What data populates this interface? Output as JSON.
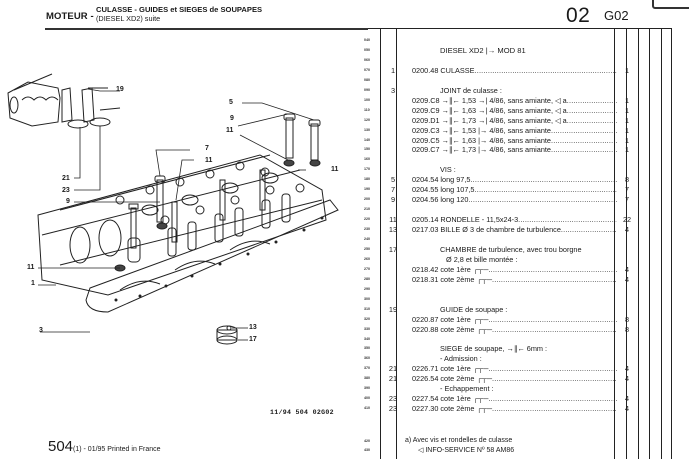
{
  "header": {
    "section": "MOTEUR -",
    "title": "CULASSE - GUIDES et SIEGES de SOUPAPES",
    "subtitle": "(DIESEL XD2) suite",
    "page_number": "02",
    "page_code": "G02"
  },
  "table": {
    "line_numbers": [
      "040",
      "050",
      "060",
      "070",
      "080",
      "090",
      "100",
      "110",
      "120",
      "130",
      "140",
      "150",
      "160",
      "170",
      "180",
      "190",
      "200",
      "210",
      "220",
      "230",
      "240",
      "250",
      "260",
      "270",
      "280",
      "290",
      "300",
      "310",
      "320",
      "330",
      "340",
      "350",
      "360",
      "370",
      "380",
      "390",
      "400",
      "410"
    ],
    "rows": [
      {
        "line": "050",
        "ref": "",
        "text": "DIESEL XD2 |→ MOD 81",
        "qty": "",
        "style": "center"
      },
      {
        "line": "070",
        "ref": "1",
        "text": "0200.48 CULASSE",
        "qty": "1",
        "dots": true
      },
      {
        "line": "090",
        "ref": "3",
        "text": "JOINT de culasse :",
        "qty": "",
        "style": "indent"
      },
      {
        "line": "100",
        "ref": "",
        "text": "0209.C8 →∥← 1,53 →| 4/86, sans amiante, ◁ a",
        "qty": "1",
        "dots": true
      },
      {
        "line": "110",
        "ref": "",
        "text": "0209.C9 →∥← 1,63 →| 4/86, sans amiante, ◁ a",
        "qty": "1",
        "dots": true
      },
      {
        "line": "120",
        "ref": "",
        "text": "0209.D1 →∥← 1,73 →| 4/86, sans amiante, ◁ a",
        "qty": "1",
        "dots": true
      },
      {
        "line": "130",
        "ref": "",
        "text": "0209.C3 →∥← 1,53 |→ 4/86, sans amiante",
        "qty": "1",
        "dots": true
      },
      {
        "line": "140",
        "ref": "",
        "text": "0209.C5 →∥← 1,63 |→ 4/86, sans amiante",
        "qty": "1",
        "dots": true
      },
      {
        "line": "150",
        "ref": "",
        "text": "0209.C7 →∥← 1,73 |→ 4/86, sans amiante",
        "qty": "1",
        "dots": true
      },
      {
        "line": "170",
        "ref": "",
        "text": "VIS :",
        "qty": "",
        "style": "indent"
      },
      {
        "line": "180",
        "ref": "5",
        "text": "0204.54  long 97,5",
        "qty": "8",
        "dots": true
      },
      {
        "line": "190",
        "ref": "7",
        "text": "0204.55  long 107,5",
        "qty": "7",
        "dots": true,
        "highlight": true
      },
      {
        "line": "200",
        "ref": "9",
        "text": "0204.56  long 120",
        "qty": "7",
        "dots": true
      },
      {
        "line": "220",
        "ref": "11",
        "text": "0205.14 RONDELLE - 11,5x24-3",
        "qty": "22",
        "dots": true
      },
      {
        "line": "230",
        "ref": "13",
        "text": "0217.03 BILLE  Ø 3 de chambre de turbulence",
        "qty": "4",
        "dots": true
      },
      {
        "line": "250",
        "ref": "17",
        "text": "CHAMBRE de turbulence, avec trou borgne",
        "qty": "",
        "style": "indent"
      },
      {
        "line": "260",
        "ref": "",
        "text": "Ø 2,8 et bille montée :",
        "qty": "",
        "style": "indent2"
      },
      {
        "line": "270",
        "ref": "",
        "text": "0218.42  cote 1ère ┌┬─",
        "qty": "4",
        "dots": true
      },
      {
        "line": "280",
        "ref": "",
        "text": "0218.31  cote 2ème ┌┬─",
        "qty": "4",
        "dots": true
      },
      {
        "line": "310",
        "ref": "19",
        "text": "GUIDE de soupape :",
        "qty": "",
        "style": "indent"
      },
      {
        "line": "320",
        "ref": "",
        "text": "0220.87  cote 1ère ┌┬─",
        "qty": "8",
        "dots": true
      },
      {
        "line": "330",
        "ref": "",
        "text": "0220.88  cote 2ème ┌┬─",
        "qty": "8",
        "dots": true
      },
      {
        "line": "350",
        "ref": "",
        "text": "SIEGE de soupape, →∥← 6mm :",
        "qty": "",
        "style": "indent"
      },
      {
        "line": "360",
        "ref": "",
        "text": "- Admission :",
        "qty": "",
        "style": "indent"
      },
      {
        "line": "370",
        "ref": "21",
        "text": "0226.71   cote 1ère ┌┬─",
        "qty": "4",
        "dots": true
      },
      {
        "line": "380",
        "ref": "21",
        "text": "0226.54  cote 2ème ┌┬─",
        "qty": "4",
        "dots": true
      },
      {
        "line": "390",
        "ref": "",
        "text": "- Echappement :",
        "qty": "",
        "style": "indent"
      },
      {
        "line": "400",
        "ref": "23",
        "text": "0227.54  cote 1ère ┌┬─",
        "qty": "4",
        "dots": true
      },
      {
        "line": "410",
        "ref": "23",
        "text": "0227.30  cote 2ème ┌┬─",
        "qty": "4",
        "dots": true
      }
    ],
    "footer_lines": [
      "420",
      "430"
    ],
    "footnote_a": "a) Avec vis et rondelles de culasse",
    "footnote_b": "◁ INFO-SERVICE  Nº  58 AM86"
  },
  "drawing": {
    "callouts": [
      "19",
      "21",
      "23",
      "9",
      "5",
      "9",
      "11",
      "7",
      "11",
      "11",
      "11",
      "1",
      "3",
      "13",
      "17"
    ],
    "figure_code": "11/94  504  02G02"
  },
  "footer": {
    "model": "504",
    "print_info": "(1) - 01/95 Printed in France"
  }
}
